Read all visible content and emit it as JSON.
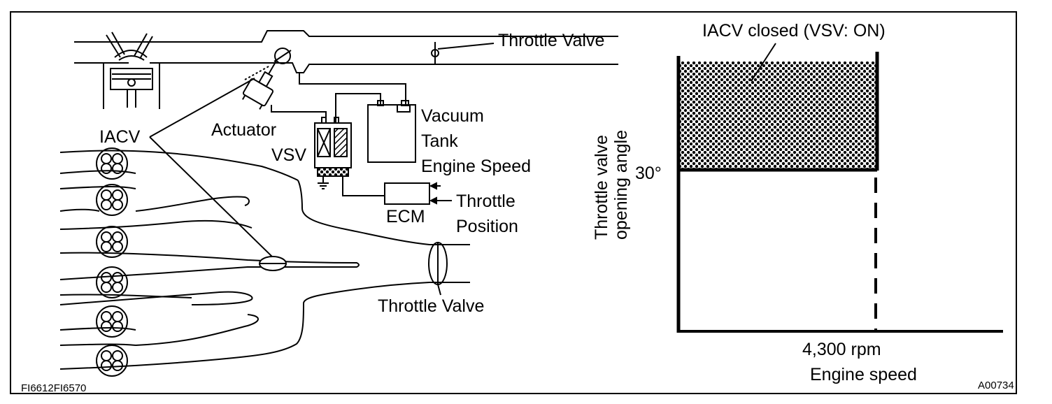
{
  "figure": {
    "left_diagram": {
      "labels": {
        "throttle_valve_top": "Throttle Valve",
        "iacv": "IACV",
        "actuator": "Actuator",
        "vsv": "VSV",
        "vacuum": "Vacuum",
        "tank": "Tank",
        "engine_speed": "Engine Speed",
        "throttle": "Throttle",
        "position": "Position",
        "ecm": "ECM",
        "throttle_valve_bottom": "Throttle Valve"
      }
    },
    "right_chart": {
      "ylabel_line1": "Throttle valve",
      "ylabel_line2": "opening angle",
      "y_threshold_label": "30°",
      "x_threshold_label": "4,300 rpm",
      "xlabel": "Engine speed",
      "region_label": "IACV closed (VSV: ON)"
    },
    "codes": {
      "bottom_left": "FI6612FI6570",
      "bottom_right": "A00734"
    }
  },
  "colors": {
    "ink": "#000000",
    "paper": "#ffffff"
  }
}
